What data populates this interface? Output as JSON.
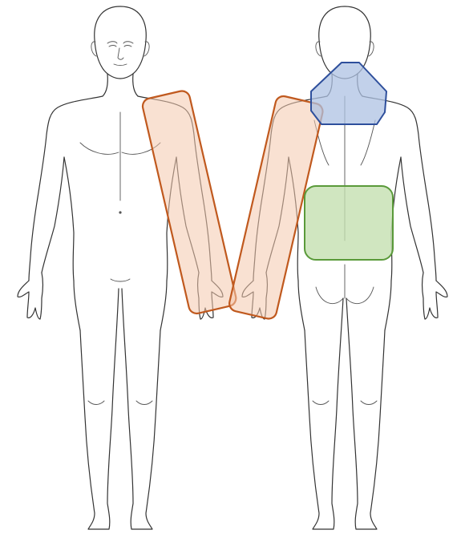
{
  "figures": [
    {
      "view": "front"
    },
    {
      "view": "back"
    }
  ],
  "highlights": [
    {
      "region": "right-arm-front",
      "color": "#f4c9ad",
      "border": "#c0591e"
    },
    {
      "region": "left-arm-back",
      "color": "#f4c9ad",
      "border": "#c0591e"
    },
    {
      "region": "neck-upper-back",
      "color": "#aec2e3",
      "border": "#2e4f9c"
    },
    {
      "region": "lower-back",
      "color": "#c4e0b0",
      "border": "#5a9a3a"
    }
  ]
}
